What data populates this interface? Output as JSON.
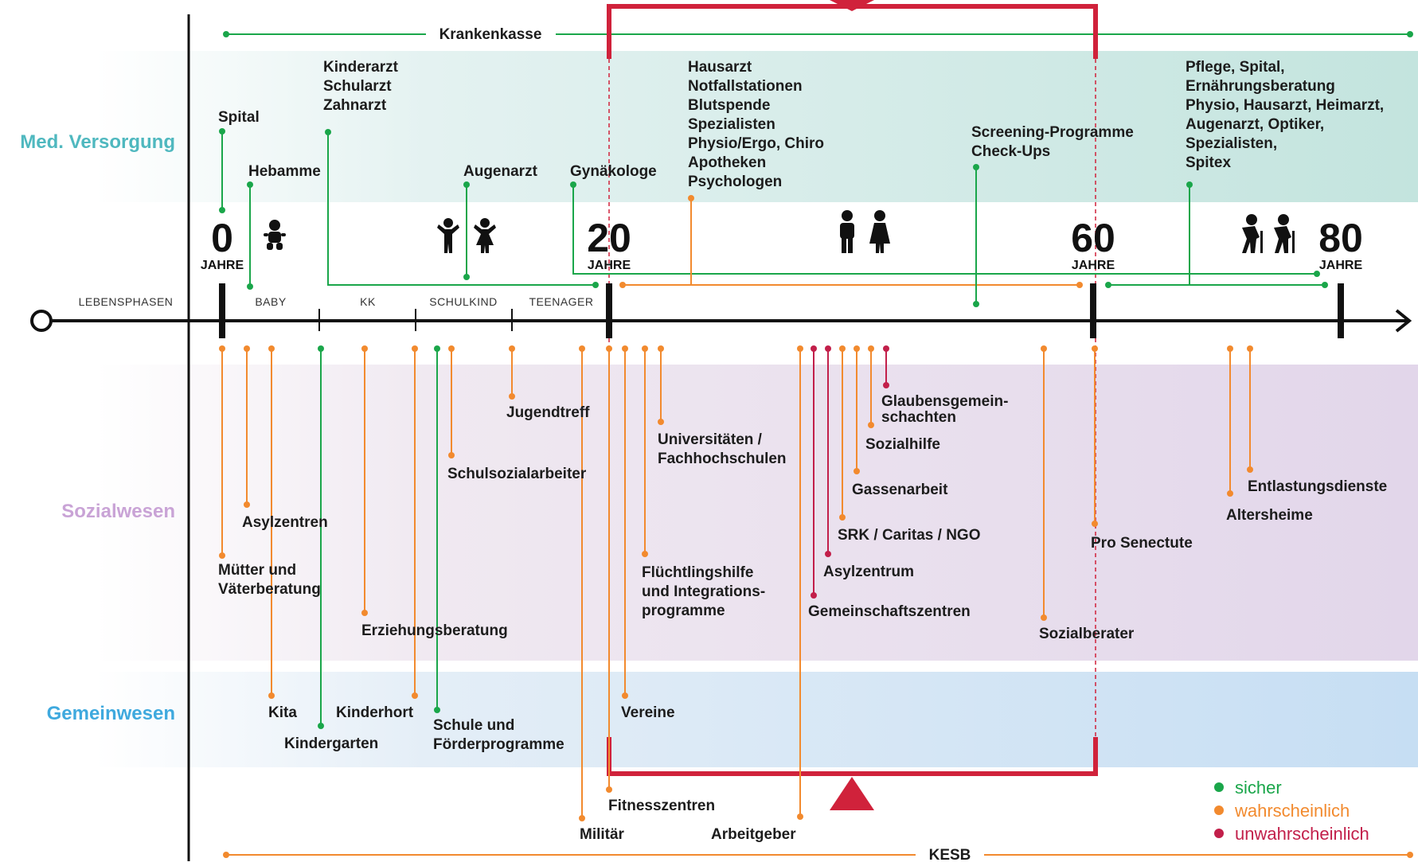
{
  "colors": {
    "sicher": "#1aa64a",
    "wahrscheinlich": "#f28a2e",
    "unwahrscheinlich": "#c21f4a",
    "frame": "#d0223b",
    "med": "#4fb8bf",
    "sozial": "#c9a3d6",
    "gemein": "#3fa9de"
  },
  "bands": {
    "med": "Med. Versorgung",
    "sozial": "Sozialwesen",
    "gemein": "Gemeinwesen"
  },
  "ages": {
    "a0": "0",
    "a20": "20",
    "a60": "60",
    "a80": "80",
    "unit": "JAHRE"
  },
  "phases": {
    "lebensphasen": "LEBENSPHASEN",
    "baby": "BABY",
    "kk": "KK",
    "schulkind": "SCHULKIND",
    "teenager": "TEENAGER"
  },
  "bars": {
    "krankenkasse": "Krankenkasse",
    "kesb": "KESB"
  },
  "med": {
    "spital": "Spital",
    "hebamme": "Hebamme",
    "kinderarzt": [
      "Kinderarzt",
      "Schularzt",
      "Zahnarzt"
    ],
    "augenarzt": "Augenarzt",
    "gynaekologe": "Gynäkologe",
    "hausarzt": [
      "Hausarzt",
      "Notfallstationen",
      "Blutspende",
      "Spezialisten",
      "Physio/Ergo, Chiro",
      "Apotheken",
      "Psychologen"
    ],
    "screening": [
      "Screening-Programme",
      "Check-Ups"
    ],
    "pflege": [
      "Pflege, Spital,",
      "Ernährungsberatung",
      "Physio, Hausarzt, Heimarzt,",
      "Augenarzt, Optiker,",
      "Spezialisten,",
      "Spitex"
    ]
  },
  "sozial": {
    "jugendtreff": "Jugendtreff",
    "universitaeten": [
      "Universitäten /",
      "Fachhochschulen"
    ],
    "glaubens": [
      "Glaubensgemein-",
      "schachten"
    ],
    "sozialhilfe": "Sozialhilfe",
    "schulsozial": "Schulsozialarbeiter",
    "gassenarbeit": "Gassenarbeit",
    "asylzentren": "Asylzentren",
    "srk": "SRK / Caritas / NGO",
    "muetter": [
      "Mütter und",
      "Väterberatung"
    ],
    "fluechtling": [
      "Flüchtlingshilfe",
      "und Integrations-",
      "programme"
    ],
    "asylzentrum": "Asylzentrum",
    "gemeinschaft": "Gemeinschaftszentren",
    "erziehung": "Erziehungsberatung",
    "prosen": "Pro Senectute",
    "sozialberater": "Sozialberater",
    "entlastung": "Entlastungsdienste",
    "alters": "Altersheime"
  },
  "gemein": {
    "kita": "Kita",
    "kinderhort": "Kinderhort",
    "vereine": "Vereine",
    "kindergarten": "Kindergarten",
    "schule": [
      "Schule und",
      "Förderprogramme"
    ]
  },
  "bottom": {
    "fitness": "Fitnesszentren",
    "militaer": "Militär",
    "arbeitgeber": "Arbeitgeber"
  },
  "legend": {
    "sicher": "sicher",
    "wahrscheinlich": "wahrscheinlich",
    "unwahrscheinlich": "unwahrscheinlich"
  }
}
